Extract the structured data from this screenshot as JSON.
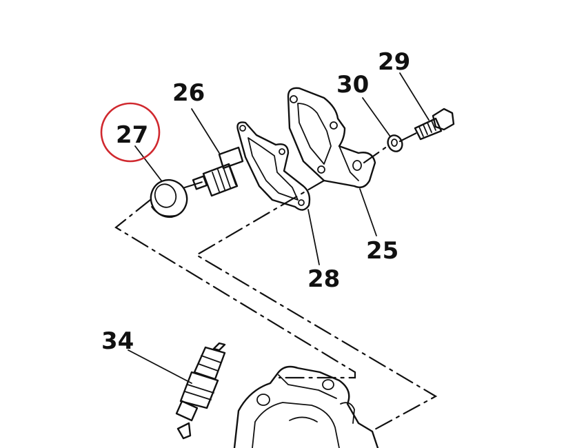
{
  "labels": {
    "p25": "25",
    "p26": "26",
    "p27": "27",
    "p28": "28",
    "p29": "29",
    "p30": "30",
    "p34": "34"
  },
  "highlight": {
    "part": "27",
    "color": "#d0282e"
  }
}
